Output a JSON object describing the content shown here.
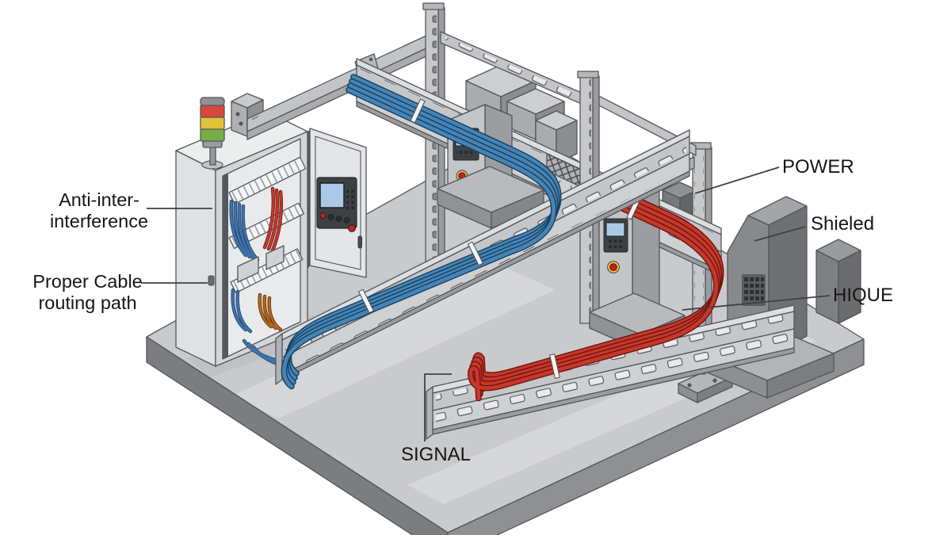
{
  "scene": {
    "background": "#ffffff"
  },
  "labels": {
    "anti_interference_line1": "Anti-inter-",
    "anti_interference_line2": "interference",
    "proper_cable_line1": "Proper Cable",
    "proper_cable_line2": "routing path",
    "power": "POWER",
    "shielded": "Shieled",
    "hique": "HIQUE",
    "signal": "SIGNAL"
  },
  "colors": {
    "signal_cable_blue": "#4585b5",
    "signal_cable_blue_dark": "#173f5f",
    "power_cable_red": "#c6382b",
    "power_cable_red_dark": "#6e150e",
    "tray_gray": "#c4c6c9",
    "floor_top": "#c9cacc",
    "floor_side_left": "#7b7d80",
    "floor_side_right": "#8e9093",
    "stack_light_red": "#d64839",
    "stack_light_yellow": "#e5c139",
    "stack_light_green": "#76ad49",
    "estop_red": "#c32020",
    "estop_yellow": "#e8c840",
    "hmi_screen_blue": "#aac9e8",
    "label_text": "#161616",
    "leader_line": "#3f4144"
  }
}
